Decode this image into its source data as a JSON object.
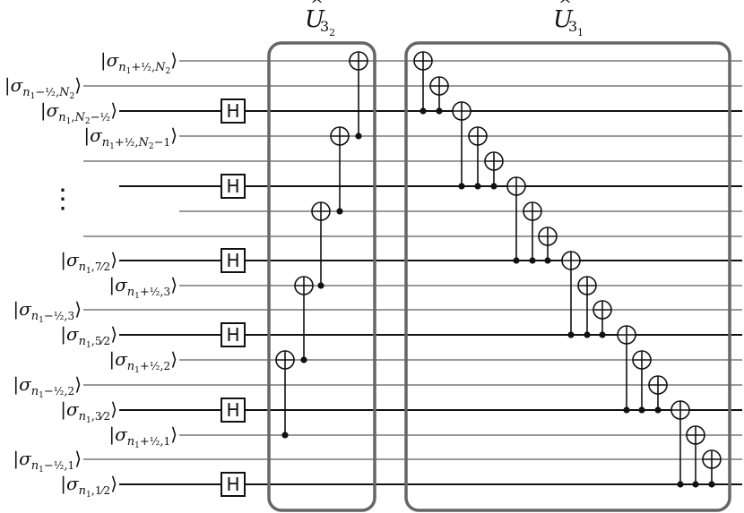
{
  "blocks": {
    "u32": {
      "hat_letter": "U",
      "sub_main": "3",
      "sub_sub": "2"
    },
    "u31": {
      "hat_letter": "U",
      "sub_main": "3",
      "sub_sub": "1"
    }
  },
  "gate_label": "H",
  "ellipsis": "⋮",
  "wires": [
    {
      "id": "w0",
      "type": "gray",
      "label": "|σn1+1/2,N2⟩"
    },
    {
      "id": "w1",
      "type": "gray",
      "label": "|σn1−1/2,N2⟩"
    },
    {
      "id": "w2",
      "type": "black",
      "label": "|σn1,N2−1/2⟩",
      "hadamard": true
    },
    {
      "id": "w3",
      "type": "gray",
      "label": "|σn1+1/2,N2−1⟩"
    },
    {
      "id": "w4",
      "type": "gray",
      "label": ""
    },
    {
      "id": "w5",
      "type": "black",
      "label": "",
      "hadamard": true
    },
    {
      "id": "w6",
      "type": "gray",
      "label": ""
    },
    {
      "id": "w7",
      "type": "gray",
      "label": ""
    },
    {
      "id": "w8",
      "type": "black",
      "label": "|σn1,7/2⟩",
      "hadamard": true
    },
    {
      "id": "w9",
      "type": "gray",
      "label": "|σn1+1/2,3⟩"
    },
    {
      "id": "w10",
      "type": "gray",
      "label": "|σn1−1/2,3⟩"
    },
    {
      "id": "w11",
      "type": "black",
      "label": "|σn1,5/2⟩",
      "hadamard": true
    },
    {
      "id": "w12",
      "type": "gray",
      "label": "|σn1+1/2,2⟩"
    },
    {
      "id": "w13",
      "type": "gray",
      "label": "|σn1−1/2,2⟩"
    },
    {
      "id": "w14",
      "type": "black",
      "label": "|σn1,3/2⟩",
      "hadamard": true
    },
    {
      "id": "w15",
      "type": "gray",
      "label": "|σn1+1/2,1⟩"
    },
    {
      "id": "w16",
      "type": "gray",
      "label": "|σn1−1/2,1⟩"
    },
    {
      "id": "w17",
      "type": "black",
      "label": "|σn1,1/2⟩",
      "hadamard": true
    }
  ]
}
